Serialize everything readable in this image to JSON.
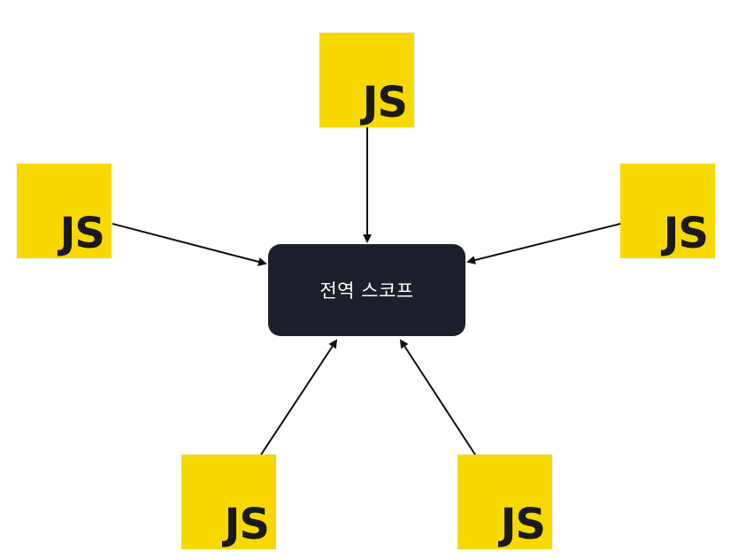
{
  "center": {
    "label": "전역 스코프"
  },
  "modules": [
    {
      "label": "JS"
    },
    {
      "label": "JS"
    },
    {
      "label": "JS"
    },
    {
      "label": "JS"
    },
    {
      "label": "JS"
    }
  ],
  "colors": {
    "js_yellow": "#f7d900",
    "js_text": "#1a1a1a",
    "scope_background": "#1b202a",
    "scope_text": "#ffffff",
    "arrow": "#111111"
  }
}
